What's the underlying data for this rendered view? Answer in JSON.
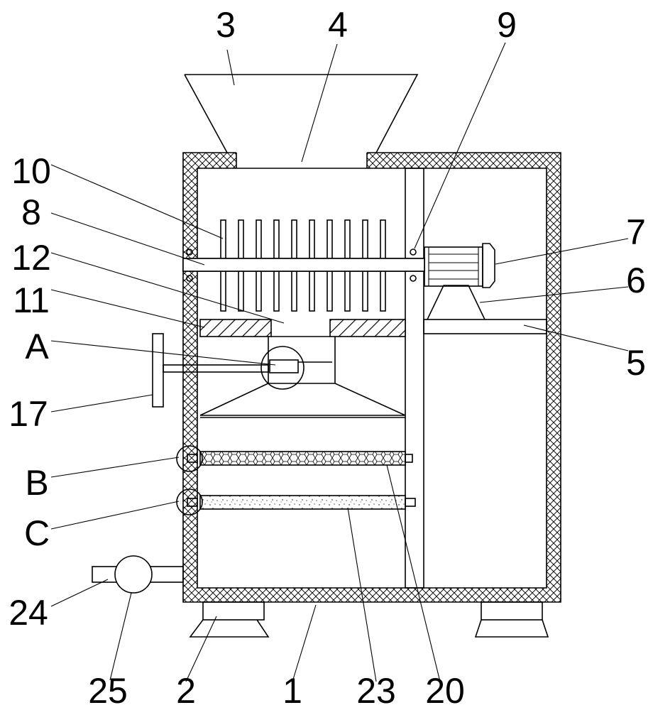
{
  "figure": {
    "labels": {
      "l1": "1",
      "l2": "2",
      "l3": "3",
      "l4": "4",
      "l5": "5",
      "l6": "6",
      "l7": "7",
      "l8": "8",
      "l9": "9",
      "l10": "10",
      "l11": "11",
      "l12": "12",
      "l17": "17",
      "l20": "20",
      "l23": "23",
      "l24": "24",
      "l25": "25",
      "lA": "A",
      "lB": "B",
      "lC": "C"
    }
  }
}
